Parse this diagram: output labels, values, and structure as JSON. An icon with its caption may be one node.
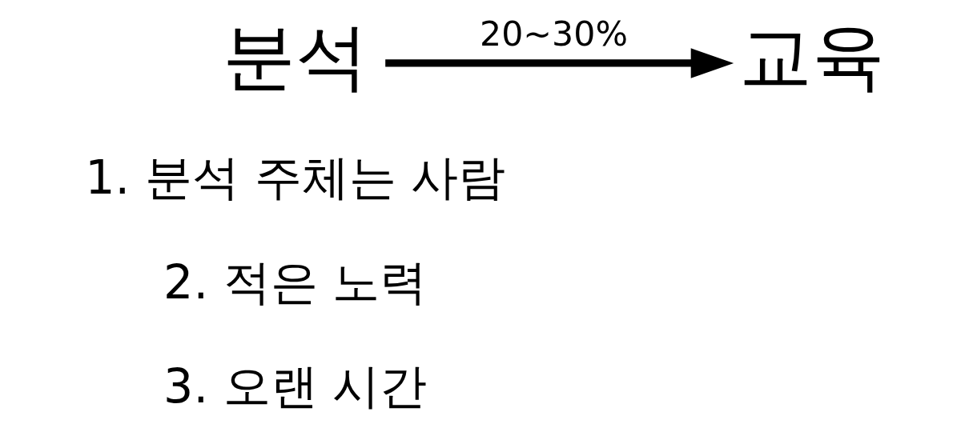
{
  "diagram": {
    "nodes": [
      {
        "text": [
          "분석"
        ]
      },
      {
        "text": [
          "교육"
        ]
      }
    ],
    "edges": [
      {
        "from": 0,
        "to": 1,
        "arrow": "to",
        "label": "20~30%"
      }
    ],
    "labels": [
      "1. 분석 주체는 사람",
      "2. 적은 노력",
      "3. 오랜 시간"
    ]
  }
}
